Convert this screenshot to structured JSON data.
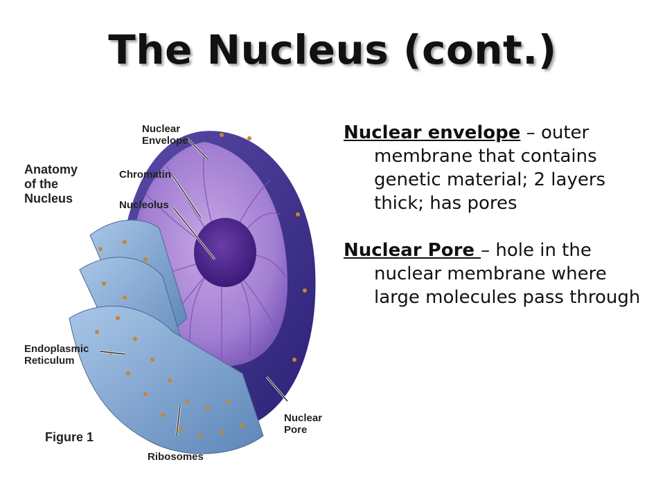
{
  "slide": {
    "title": "The Nucleus (cont.)"
  },
  "figure": {
    "heading_line1": "Anatomy",
    "heading_line2": "of the",
    "heading_line3": "Nucleus",
    "caption": "Figure 1",
    "labels": {
      "envelope_1": "Nuclear",
      "envelope_2": "Envelope",
      "chromatin": "Chromatin",
      "nucleolus": "Nucleolus",
      "er_1": "Endoplasmic",
      "er_2": "Reticulum",
      "ribosomes": "Ribosomes",
      "pore_1": "Nuclear",
      "pore_2": "Pore"
    }
  },
  "definitions": [
    {
      "term": "Nuclear envelope",
      "separator": " – ",
      "text": "outer membrane that contains genetic material; 2 layers thick; has pores"
    },
    {
      "term": "Nuclear Pore ",
      "separator": "– ",
      "text": "hole in the nuclear membrane where large molecules pass through"
    }
  ]
}
